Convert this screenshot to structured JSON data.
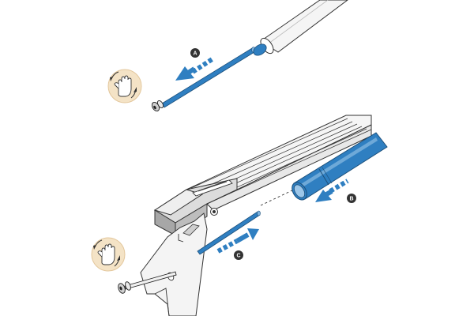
{
  "diagram": {
    "steps": [
      {
        "id": "A",
        "label": "A"
      },
      {
        "id": "B",
        "label": "B"
      },
      {
        "id": "C",
        "label": "C"
      }
    ],
    "icons": {
      "hand_turn_top": "hand-turn-icon",
      "hand_turn_bottom": "hand-turn-icon"
    },
    "colors": {
      "accent_blue": "#2f7fc1",
      "outline": "#333333",
      "badge": "#333333",
      "background": "#ffffff",
      "tube": "#f2f2f2"
    }
  }
}
